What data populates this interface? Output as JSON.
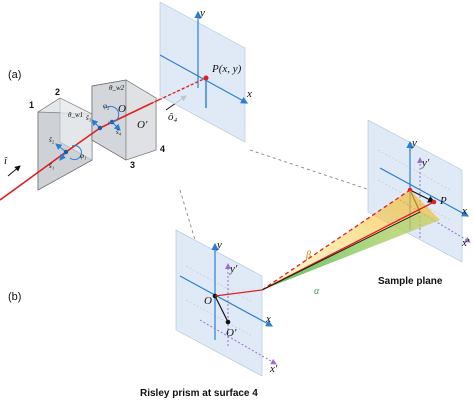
{
  "panel_labels": {
    "a": "(a)",
    "b": "(b)"
  },
  "prism_face_numbers": {
    "n1": "1",
    "n2": "2",
    "n3": "3",
    "n4": "4"
  },
  "angles": {
    "wedge1": "θ_w1",
    "wedge2": "θ_w2",
    "phi1": "φ₁",
    "phi2": "φ₂"
  },
  "vectors": {
    "s1": "ŝ₁",
    "s2": "ŝ₂",
    "s3": "ŝ₃",
    "s4": "ŝ₄",
    "i_hat": "î",
    "o4": "ô₄"
  },
  "points": {
    "O": "O",
    "O_prime": "O′",
    "P_xy": "P(x, y)",
    "P": "P"
  },
  "axes": {
    "x": "x",
    "y": "y",
    "x_prime": "x′",
    "y_prime": "y′"
  },
  "beam_angles": {
    "beta": "β",
    "alpha": "α"
  },
  "captions": {
    "sample_plane": "Sample plane",
    "risley": "Risley prism at surface 4"
  },
  "colors": {
    "beam": "#e02020",
    "axis_blue": "#2a7fd4",
    "plane_fill": "#dbe7f5",
    "axis_purple": "#9b6fd0",
    "cone_yellow": "#f3c930",
    "cone_green": "#6ccb4a"
  }
}
